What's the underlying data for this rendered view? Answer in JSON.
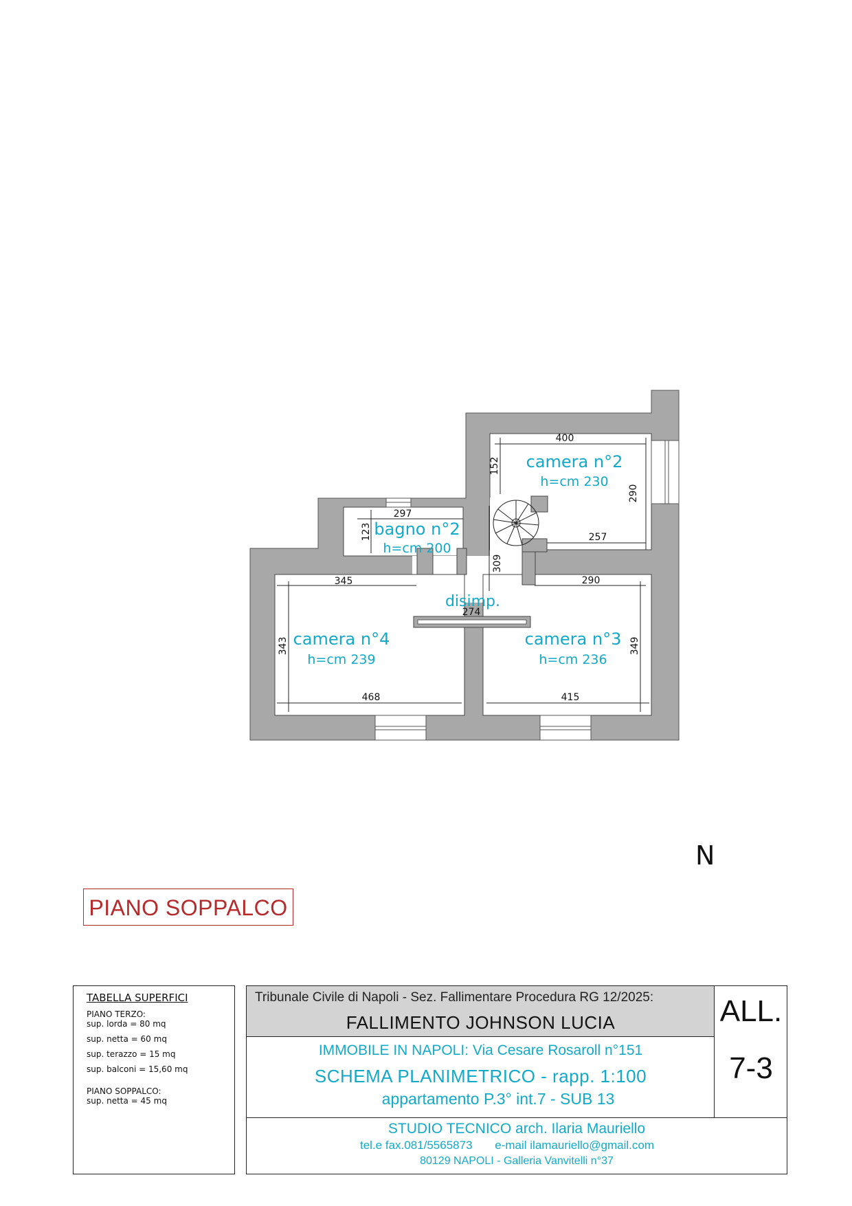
{
  "floor_plan": {
    "rooms": [
      {
        "name": "camera n°2",
        "height": "h=cm 230"
      },
      {
        "name": "bagno n°2",
        "height": "h=cm 200"
      },
      {
        "name": "camera n°4",
        "height": "h=cm 239"
      },
      {
        "name": "camera n°3",
        "height": "h=cm 236"
      },
      {
        "name": "disimp.",
        "height": ""
      }
    ],
    "dimensions": [
      "400",
      "152",
      "290",
      "257",
      "297",
      "123",
      "309",
      "345",
      "290",
      "274",
      "343",
      "349",
      "468",
      "415"
    ]
  },
  "floor_label": "PIANO SOPPALCO",
  "compass": {
    "label": "N"
  },
  "surface_table": {
    "title": "TABELLA SUPERFICI",
    "lines": [
      "PIANO TERZO:",
      "sup. lorda  = 80 mq",
      "sup. netta  =  60 mq",
      "sup. terazzo = 15 mq",
      "sup. balconi = 15,60 mq",
      "PIANO SOPPALCO:",
      "sup. netta  =  45 mq"
    ]
  },
  "title_block": {
    "court": "Tribunale Civile di Napoli - Sez. Fallimentare Procedura RG 12/2025:",
    "case": "FALLIMENTO JOHNSON LUCIA",
    "property": "IMMOBILE IN NAPOLI: Via Cesare Rosaroll n°151",
    "scheme": "SCHEMA PLANIMETRICO  -  rapp. 1:100",
    "apartment": "appartamento P.3° int.7  - SUB 13",
    "attachment_label": "ALL.",
    "attachment_number": "7-3",
    "studio": "STUDIO  TECNICO  arch.  Ilaria  Mauriello",
    "phone": "tel.e fax.081/5565873",
    "email": "e-mail  ilamauriello@gmail.com",
    "address": "80129 NAPOLI - Galleria Vanvitelli n°37"
  },
  "colors": {
    "wall": "#a8a8a8",
    "label": "#13a9c8",
    "floor_label": "#b52a2a",
    "compass_needle": "#c01818"
  }
}
